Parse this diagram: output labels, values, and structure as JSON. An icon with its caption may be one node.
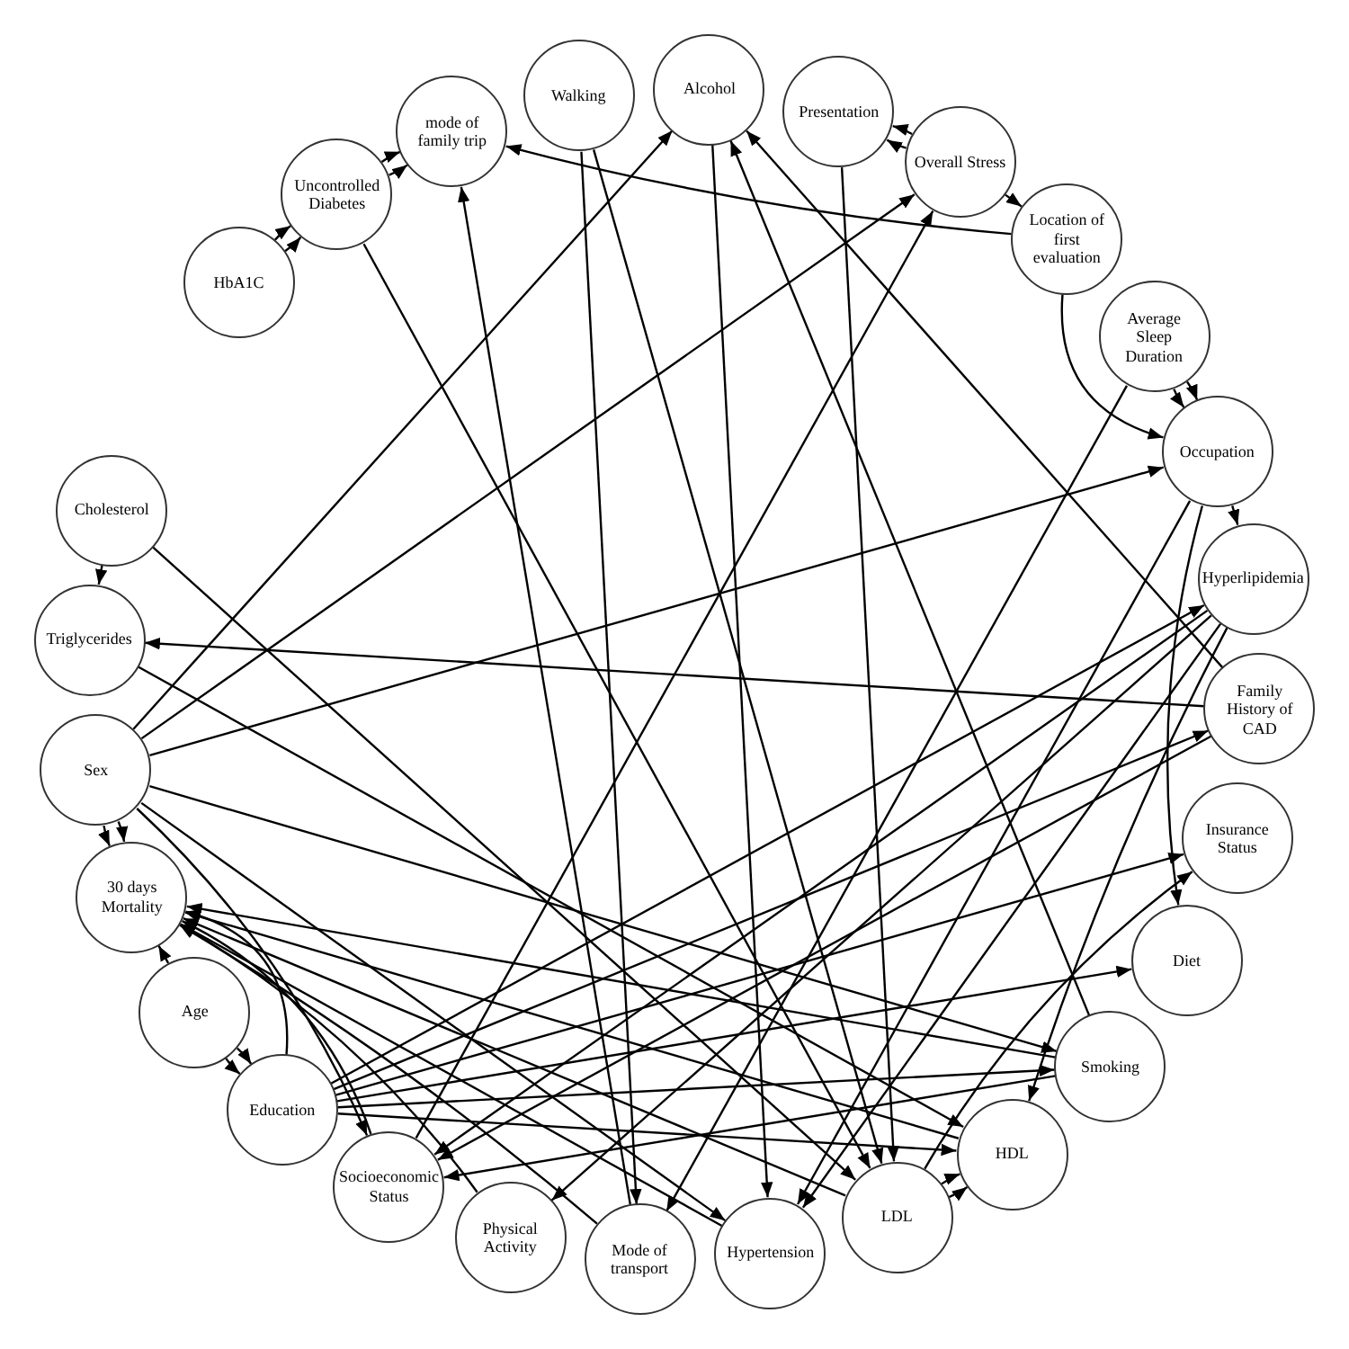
{
  "diagram": {
    "nodes": [
      {
        "text": [
          "HbA1C"
        ]
      },
      {
        "text": [
          "Uncontrolled Diabetes"
        ]
      },
      {
        "text": [
          "mode of family trip"
        ]
      },
      {
        "text": [
          "Walking"
        ]
      },
      {
        "text": [
          "Alcohol"
        ]
      },
      {
        "text": [
          "Presentation"
        ]
      },
      {
        "text": [
          "Overall Stress"
        ]
      },
      {
        "text": [
          "Location of first evaluation"
        ]
      },
      {
        "text": [
          "Average Sleep Duration"
        ]
      },
      {
        "text": [
          "Occupation"
        ]
      },
      {
        "text": [
          "Hyperlipidemia"
        ]
      },
      {
        "text": [
          "Family History of CAD"
        ]
      },
      {
        "text": [
          "Insurance Status"
        ]
      },
      {
        "text": [
          "Diet"
        ]
      },
      {
        "text": [
          "Smoking"
        ]
      },
      {
        "text": [
          "HDL"
        ]
      },
      {
        "text": [
          "LDL"
        ]
      },
      {
        "text": [
          "Hypertension"
        ]
      },
      {
        "text": [
          "Mode of transport"
        ]
      },
      {
        "text": [
          "Physical Activity"
        ]
      },
      {
        "text": [
          "Socioeconomic Status"
        ]
      },
      {
        "text": [
          "Education"
        ]
      },
      {
        "text": [
          "Age"
        ]
      },
      {
        "text": [
          "30 days Mortality"
        ]
      },
      {
        "text": [
          "Sex"
        ]
      },
      {
        "text": [
          "Triglycerides"
        ]
      },
      {
        "text": [
          "Cholesterol"
        ]
      }
    ],
    "edges": [
      {
        "from": 0,
        "to": 1,
        "arrow": "to"
      },
      {
        "from": 0,
        "to": 1,
        "arrow": "to"
      },
      {
        "from": 1,
        "to": 2,
        "arrow": "to"
      },
      {
        "from": 1,
        "to": 2,
        "arrow": "to"
      },
      {
        "from": 1,
        "to": 16,
        "arrow": "to"
      },
      {
        "from": 7,
        "to": 2,
        "arrow": "to"
      },
      {
        "from": 18,
        "to": 2,
        "arrow": "to"
      },
      {
        "from": 3,
        "to": 18,
        "arrow": "to"
      },
      {
        "from": 3,
        "to": 16,
        "arrow": "to"
      },
      {
        "from": 4,
        "to": 17,
        "arrow": "to"
      },
      {
        "from": 5,
        "to": 16,
        "arrow": "to"
      },
      {
        "from": 6,
        "to": 5,
        "arrow": "to"
      },
      {
        "from": 6,
        "to": 5,
        "arrow": "to"
      },
      {
        "from": 6,
        "to": 7,
        "arrow": "to"
      },
      {
        "from": 7,
        "to": 9,
        "arrow": "to"
      },
      {
        "from": 8,
        "to": 9,
        "arrow": "to"
      },
      {
        "from": 8,
        "to": 9,
        "arrow": "to"
      },
      {
        "from": 24,
        "to": 4,
        "arrow": "to"
      },
      {
        "from": 24,
        "to": 6,
        "arrow": "to"
      },
      {
        "from": 24,
        "to": 9,
        "arrow": "to"
      },
      {
        "from": 24,
        "to": 23,
        "arrow": "to"
      },
      {
        "from": 24,
        "to": 23,
        "arrow": "to"
      },
      {
        "from": 24,
        "to": 20,
        "arrow": "to"
      },
      {
        "from": 24,
        "to": 14,
        "arrow": "to"
      },
      {
        "from": 24,
        "to": 17,
        "arrow": "to"
      },
      {
        "from": 26,
        "to": 25,
        "arrow": "to"
      },
      {
        "from": 26,
        "to": 16,
        "arrow": "to"
      },
      {
        "from": 25,
        "to": 15,
        "arrow": "to"
      },
      {
        "from": 11,
        "to": 25,
        "arrow": "to"
      },
      {
        "from": 11,
        "to": 4,
        "arrow": "to"
      },
      {
        "from": 14,
        "to": 4,
        "arrow": "to"
      },
      {
        "from": 11,
        "to": 20,
        "arrow": "to"
      },
      {
        "from": 8,
        "to": 18,
        "arrow": "to"
      },
      {
        "from": 20,
        "to": 6,
        "arrow": "to"
      },
      {
        "from": 9,
        "to": 10,
        "arrow": "to"
      },
      {
        "from": 9,
        "to": 13,
        "arrow": "to"
      },
      {
        "from": 9,
        "to": 17,
        "arrow": "to"
      },
      {
        "from": 10,
        "to": 17,
        "arrow": "to"
      },
      {
        "from": 10,
        "to": 15,
        "arrow": "to"
      },
      {
        "from": 10,
        "to": 20,
        "arrow": "to"
      },
      {
        "from": 10,
        "to": 19,
        "arrow": "to"
      },
      {
        "from": 21,
        "to": 10,
        "arrow": "to"
      },
      {
        "from": 21,
        "to": 11,
        "arrow": "to"
      },
      {
        "from": 21,
        "to": 12,
        "arrow": "to"
      },
      {
        "from": 21,
        "to": 13,
        "arrow": "to"
      },
      {
        "from": 21,
        "to": 14,
        "arrow": "to"
      },
      {
        "from": 21,
        "to": 15,
        "arrow": "to"
      },
      {
        "from": 22,
        "to": 21,
        "arrow": "to"
      },
      {
        "from": 22,
        "to": 21,
        "arrow": "to"
      },
      {
        "from": 22,
        "to": 23,
        "arrow": "to"
      },
      {
        "from": 14,
        "to": 20,
        "arrow": "to"
      },
      {
        "from": 16,
        "to": 15,
        "arrow": "to"
      },
      {
        "from": 16,
        "to": 15,
        "arrow": "to"
      },
      {
        "from": 16,
        "to": 12,
        "arrow": "to"
      },
      {
        "from": 19,
        "to": 23,
        "arrow": "to"
      },
      {
        "from": 18,
        "to": 23,
        "arrow": "to"
      },
      {
        "from": 17,
        "to": 23,
        "arrow": "to"
      },
      {
        "from": 16,
        "to": 23,
        "arrow": "to"
      },
      {
        "from": 15,
        "to": 23,
        "arrow": "to"
      },
      {
        "from": 14,
        "to": 23,
        "arrow": "to"
      },
      {
        "from": 20,
        "to": 23,
        "arrow": "to"
      },
      {
        "from": 21,
        "to": 23,
        "arrow": "to"
      }
    ]
  }
}
